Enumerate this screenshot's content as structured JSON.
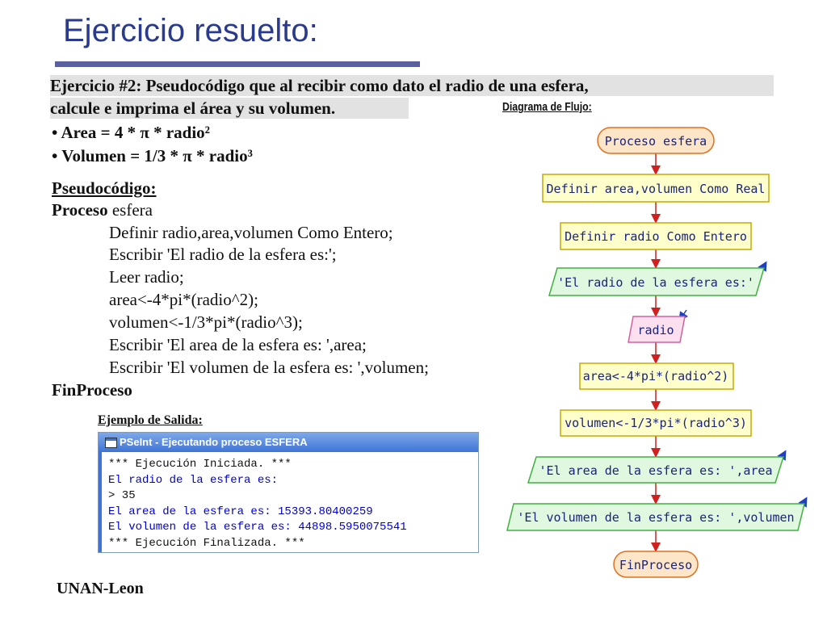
{
  "title": "Ejercicio resuelto:",
  "exercise": {
    "line1": "Ejercicio #2: Pseudocódigo que al recibir como dato el radio de una esfera,",
    "line2": "calcule e imprima el área y su volumen."
  },
  "bullets": [
    "• Area = 4 * π * radio²",
    "• Volumen = 1/3 * π * radio³"
  ],
  "pseudocode": {
    "heading": "Pseudocódigo:",
    "proceso_kw": "Proceso",
    "proceso_name": " esfera",
    "lines": [
      "Definir radio,area,volumen Como Entero;",
      "Escribir 'El radio de la esfera es:';",
      "Leer radio;",
      "area<-4*pi*(radio^2);",
      "volumen<-1/3*pi*(radio^3);",
      "Escribir 'El area de la esfera es: ',area;",
      "Escribir 'El volumen de la esfera es: ',volumen;"
    ],
    "end": "FinProceso"
  },
  "output_example": {
    "heading": "Ejemplo de Salida:",
    "window_title": "PSeInt - Ejecutando proceso ESFERA",
    "lines": [
      "*** Ejecución Iniciada. ***",
      "El radio de la esfera es:",
      "> 35",
      "El area de la esfera es: 15393.80400259",
      "El volumen de la esfera es: 44898.5950075541",
      "*** Ejecución Finalizada. ***"
    ]
  },
  "flowchart": {
    "heading": "Diagrama de Flujo:",
    "nodes": [
      "Proceso esfera",
      "Definir area,volumen Como Real",
      "Definir radio Como Entero",
      "'El radio de la esfera es:'",
      "radio",
      "area<-4*pi*(radio^2)",
      "volumen<-1/3*pi*(radio^3)",
      "'El area de la esfera es: ',area",
      "'El volumen de la esfera es: ',volumen",
      "FinProceso"
    ]
  },
  "colors": {
    "title": "#2a3a8c",
    "terminal_fill": "#fde6c8",
    "terminal_stroke": "#e07020",
    "process_fill": "#ffffcc",
    "process_stroke": "#c8a800",
    "output_fill": "#e0f8e0",
    "output_stroke": "#40b040",
    "input_fill": "#fde0f0",
    "input_stroke": "#d060a0",
    "arrow": "#d02020"
  },
  "footer": "UNAN-Leon"
}
